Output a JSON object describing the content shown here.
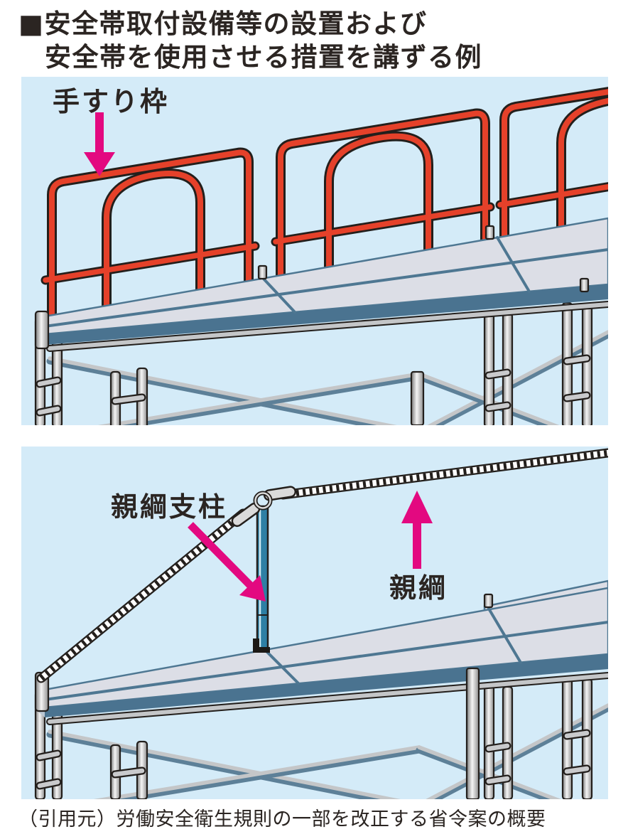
{
  "title": {
    "bullet": "■",
    "line1": "安全帯取付設備等の設置および",
    "line2": "安全帯を使用させる措置を講ずる例"
  },
  "panel_top": {
    "label_handrail_frame": "手すり枠"
  },
  "panel_bottom": {
    "label_rope_support_post": "親綱支柱",
    "label_main_rope": "親綱"
  },
  "caption": "（引用元）労働安全衛生規則の一部を改正する省令案の概要",
  "colors": {
    "background": "#ffffff",
    "panel_sky": "#d4ebf8",
    "guardrail_red": "#e5412a",
    "outline_dark": "#231f1c",
    "arrow_magenta": "#e30980",
    "deck_top": "#dcdee6",
    "deck_edge_blue": "#4e7792",
    "deck_band_blue": "#4a7390",
    "brace_blue": "#5d8098",
    "rope_post_teal": "#2e7fa4",
    "text_dark": "#2b2522"
  }
}
